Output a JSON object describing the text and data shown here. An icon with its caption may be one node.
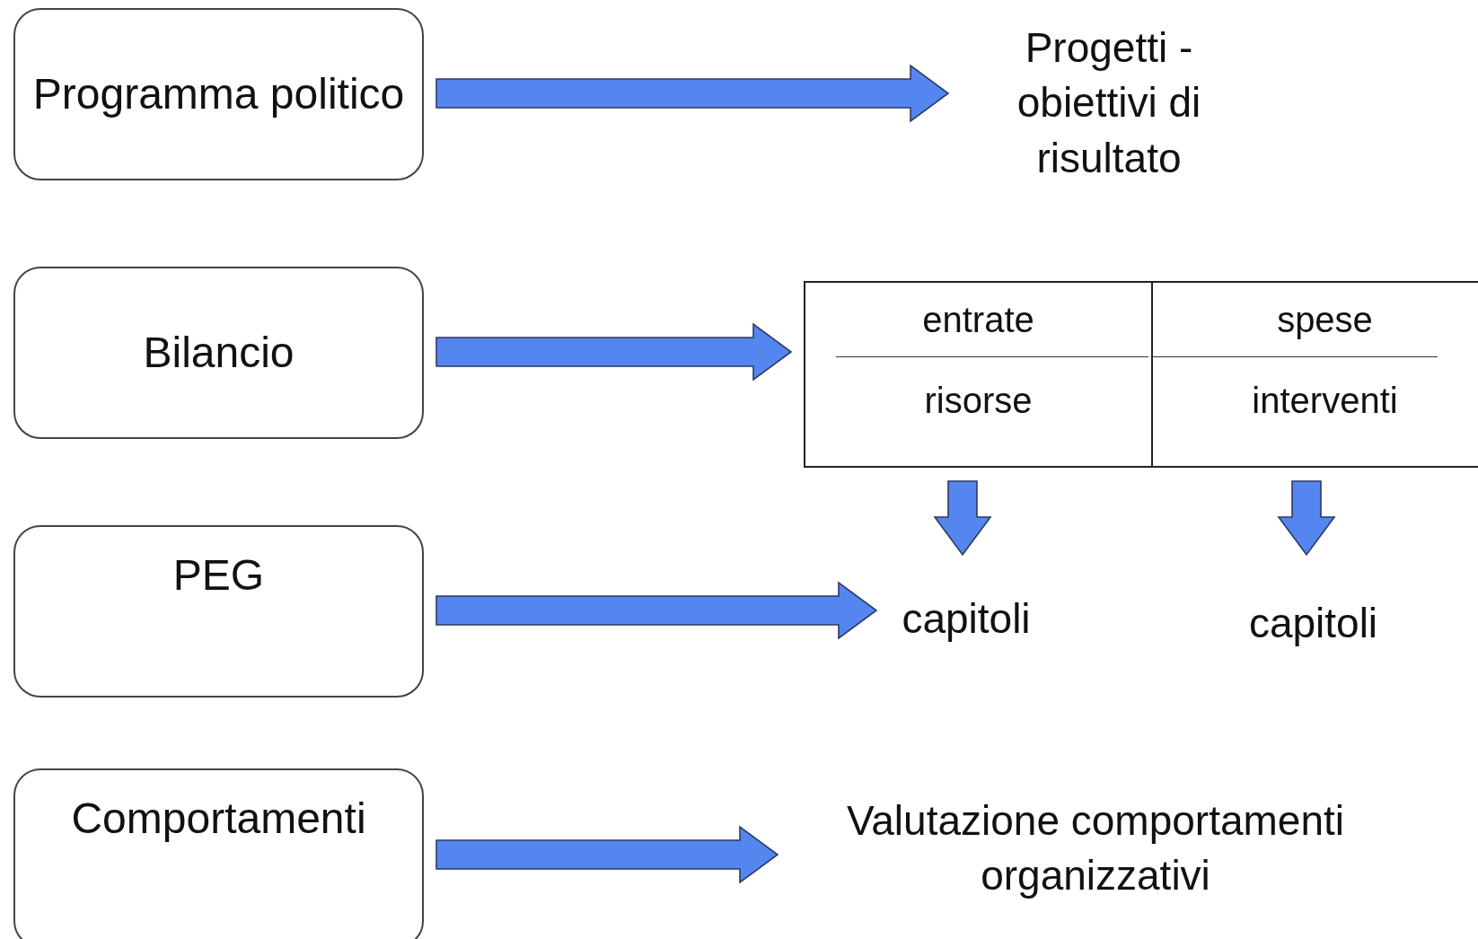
{
  "diagram": {
    "nodes": [
      {
        "text": [
          "Programma politico"
        ]
      },
      {
        "text": [
          "Progetti - obiettivi di risultato"
        ]
      },
      {
        "text": [
          "Bilancio"
        ]
      },
      {
        "text": [],
        "shape": "box"
      },
      {
        "text": [
          "entrate",
          "risorse"
        ],
        "in": 3
      },
      {
        "text": [
          "spese",
          "interventi"
        ],
        "in": 3
      },
      {
        "text": [
          "PEG"
        ]
      },
      {
        "text": [
          "capitoli"
        ]
      },
      {
        "text": [
          "capitoli"
        ]
      },
      {
        "text": [
          "Comportamenti"
        ]
      },
      {
        "text": [
          "Valutazione comportamenti organizzativi"
        ]
      }
    ],
    "edges": [
      {
        "from": 0,
        "to": 1,
        "arrow": "to"
      },
      {
        "from": 2,
        "to": 3,
        "arrow": "to"
      },
      {
        "from": 4,
        "to": 7,
        "arrow": "to"
      },
      {
        "from": 5,
        "to": 8,
        "arrow": "to"
      },
      {
        "from": 6,
        "to": 7,
        "arrow": "to"
      },
      {
        "from": 9,
        "to": 10,
        "arrow": "to"
      }
    ]
  }
}
